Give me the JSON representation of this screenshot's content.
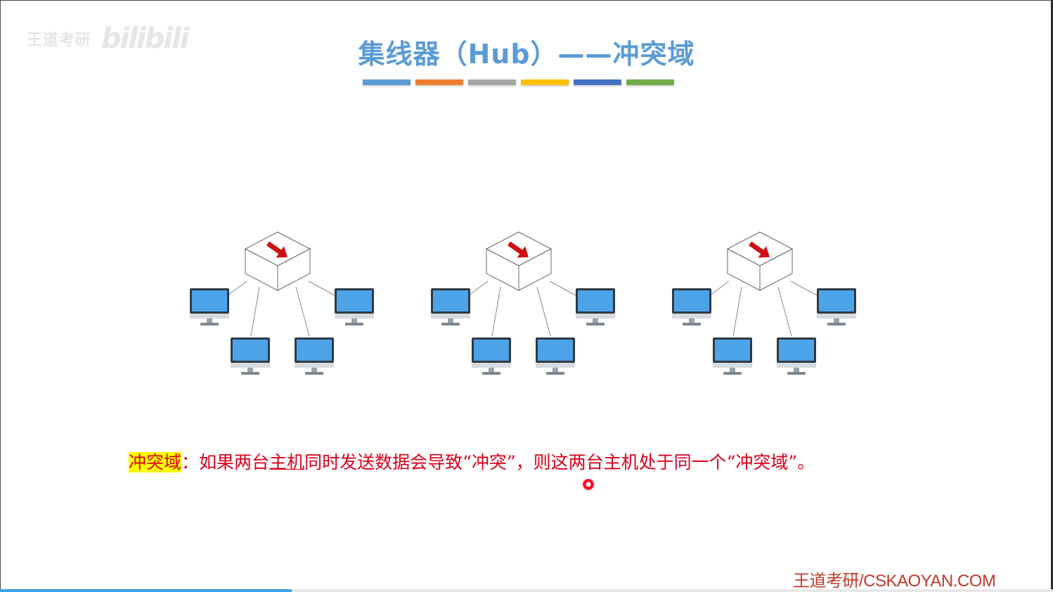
{
  "watermark": {
    "text_a": "王道考研",
    "text_b": "bilibili"
  },
  "slide": {
    "title": "集线器（Hub）——冲突域",
    "color_bar": [
      "#5b9bd5",
      "#ed7d31",
      "#a5a5a5",
      "#ffc000",
      "#4472c4",
      "#70ad47"
    ],
    "hubs": [
      {
        "name": "hub-1",
        "computers": 4
      },
      {
        "name": "hub-2",
        "computers": 4
      },
      {
        "name": "hub-3",
        "computers": 4
      }
    ],
    "caption": {
      "term": "冲突域",
      "colon": "：",
      "part1": "如果两台",
      "underlined": "主机",
      "part2": "同时发送数据会导致“冲突”，则这两台主机处于同一个“冲突域”。"
    },
    "footer": "王道考研/CSKAOYAN.COM"
  },
  "player": {
    "progress": 0.277
  },
  "colors": {
    "title": "#5b9bd5",
    "caption": "#d9001b",
    "highlight": "#ffff00",
    "footer": "#c0392b",
    "monitor_screen": "#4da3e8"
  }
}
